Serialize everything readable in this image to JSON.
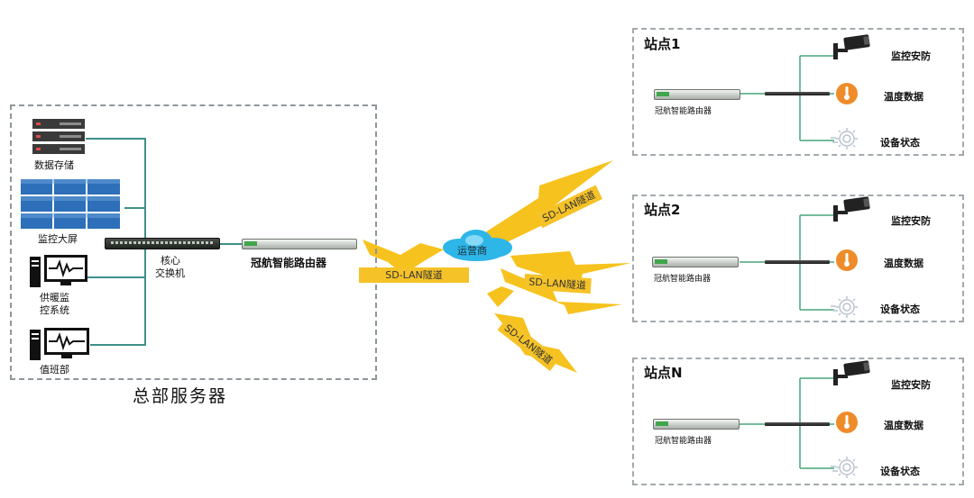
{
  "headquarters": {
    "title": "总部服务器",
    "data_storage": "数据存储",
    "monitor_wall": "监控大屏",
    "heating_monitor_line1": "供暖监",
    "heating_monitor_line2": "控系统",
    "duty_room": "值班部",
    "core_switch_line1": "核心",
    "core_switch_line2": "交换机",
    "router": "冠航智能路由器"
  },
  "cloud": "运营商",
  "tunnel": "SD-LAN隧道",
  "sites": [
    {
      "title": "站点1",
      "router": "冠航智能路由器",
      "items": [
        "监控安防",
        "温度数据",
        "设备状态"
      ]
    },
    {
      "title": "站点2",
      "router": "冠航智能路由器",
      "items": [
        "监控安防",
        "温度数据",
        "设备状态"
      ]
    },
    {
      "title": "站点N",
      "router": "冠航智能路由器",
      "items": [
        "监控安防",
        "温度数据",
        "设备状态"
      ]
    }
  ],
  "colors": {
    "hq_cable": "#3f8f8a",
    "site_cable": "#46a67a",
    "lightning": "#f6c21d",
    "cloud": "#2fb6e8",
    "thermometer": "#ef8c2a",
    "camera": "#222222",
    "monitor_tile": "#2d6fb8"
  }
}
